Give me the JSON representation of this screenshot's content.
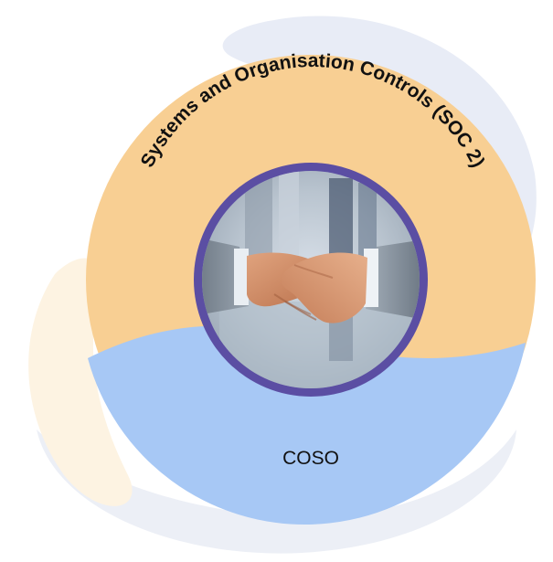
{
  "diagram": {
    "top_segment_label": "Systems and  Organisation Controls (SOC 2)",
    "bottom_segment_label": "COSO",
    "center_image": "handshake-photo",
    "colors": {
      "top_segment": "#f8cf93",
      "bottom_segment": "#a7c8f5",
      "inner_ring": "#5b4ea3",
      "background_swirl_blue": "#e8ecf6",
      "background_swirl_orange": "#fdf3e2"
    }
  }
}
